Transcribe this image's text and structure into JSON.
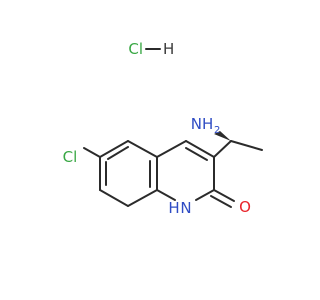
{
  "structure": {
    "salt": {
      "acid_symbol": "HCl",
      "acid_hydrogen": "H",
      "acid_chlorine": "Cl"
    },
    "atoms": {
      "amine": "NH",
      "amine_h_sub": "2",
      "chloro": "Cl",
      "ring_nh_h": "H",
      "ring_nh_n": "N",
      "carbonyl_o": "O"
    },
    "colors": {
      "bond": "#2b2b2b",
      "nitrogen": "#2f4cc4",
      "oxygen": "#e8232a",
      "chlorine": "#3aa845",
      "hydrogen_salt": "#3a3a3a"
    },
    "stereo": {
      "wedge_to": "amine"
    }
  }
}
